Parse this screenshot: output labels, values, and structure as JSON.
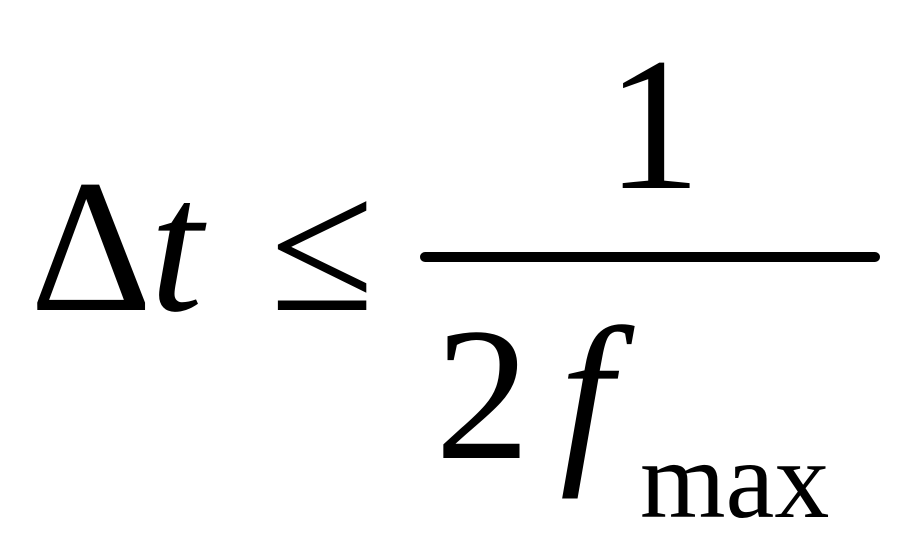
{
  "formula": {
    "lhs_symbol": "Δ",
    "lhs_variable": "t",
    "relation": "≤",
    "numerator": "1",
    "denominator_coefficient": "2",
    "denominator_variable": "f",
    "denominator_subscript": "max"
  }
}
